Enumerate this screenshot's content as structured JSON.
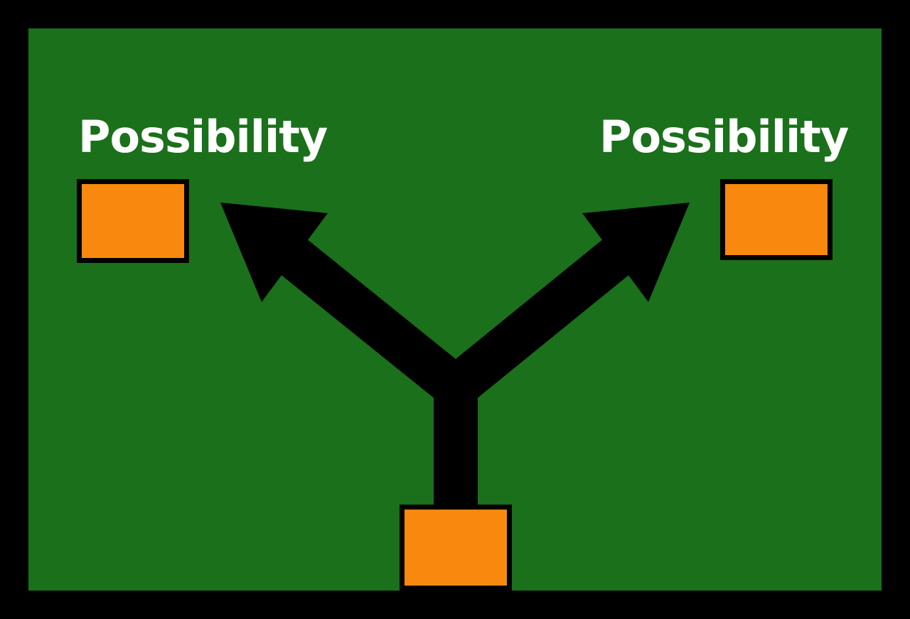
{
  "diagram": {
    "labels": {
      "left": "Possibility",
      "right": "Possibility"
    },
    "colors": {
      "frame": "#000000",
      "background": "#1B701B",
      "node_fill": "#F9890E",
      "node_border": "#000000",
      "arrow": "#000000",
      "label_text": "#FFFFFF"
    },
    "nodes": [
      {
        "id": "left-possibility",
        "label": "Possibility",
        "shape": "rectangle"
      },
      {
        "id": "right-possibility",
        "label": "Possibility",
        "shape": "rectangle"
      },
      {
        "id": "origin",
        "label": "",
        "shape": "rectangle"
      }
    ],
    "connector": {
      "type": "y-split-arrow",
      "from": "origin",
      "to": [
        "left-possibility",
        "right-possibility"
      ]
    }
  }
}
